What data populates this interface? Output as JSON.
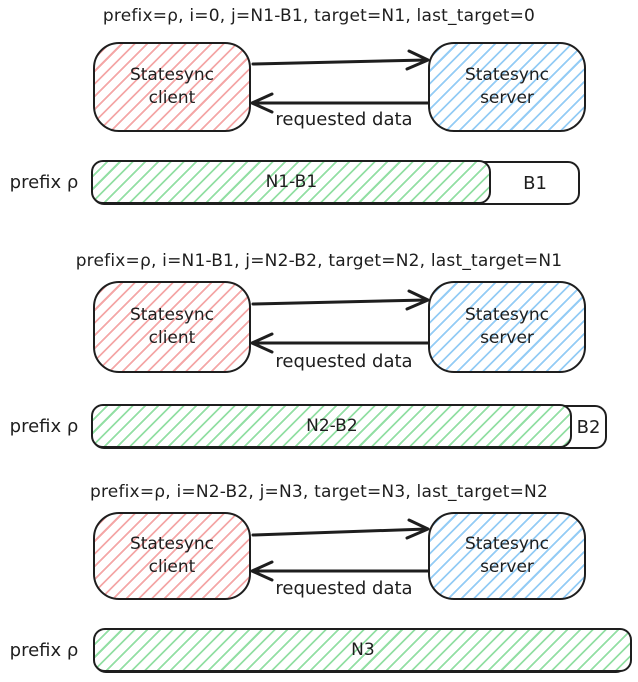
{
  "diagram": {
    "colors": {
      "ink": "#1e1e1e",
      "client_hatch": "#f4a7a7",
      "server_hatch": "#94ccf5",
      "progress_hatch": "#93dfa4",
      "background": "#ffffff"
    },
    "sections": [
      {
        "title": "prefix=ρ, i=0, j=N1-B1, target=N1, last_target=0",
        "client_label": "Statesync client",
        "server_label": "Statesync server",
        "response_label": "requested data",
        "bar": {
          "prefix_label": "prefix ρ",
          "done_label": "N1-B1",
          "remainder_label": "B1"
        }
      },
      {
        "title": "prefix=ρ, i=N1-B1, j=N2-B2, target=N2, last_target=N1",
        "client_label": "Statesync client",
        "server_label": "Statesync server",
        "response_label": "requested data",
        "bar": {
          "prefix_label": "prefix ρ",
          "done_label": "N2-B2",
          "remainder_label": "B2"
        }
      },
      {
        "title": "prefix=ρ, i=N2-B2, j=N3, target=N3, last_target=N2",
        "client_label": "Statesync client",
        "server_label": "Statesync server",
        "response_label": "requested data",
        "bar": {
          "prefix_label": "prefix ρ",
          "done_label": "N3"
        }
      }
    ]
  }
}
